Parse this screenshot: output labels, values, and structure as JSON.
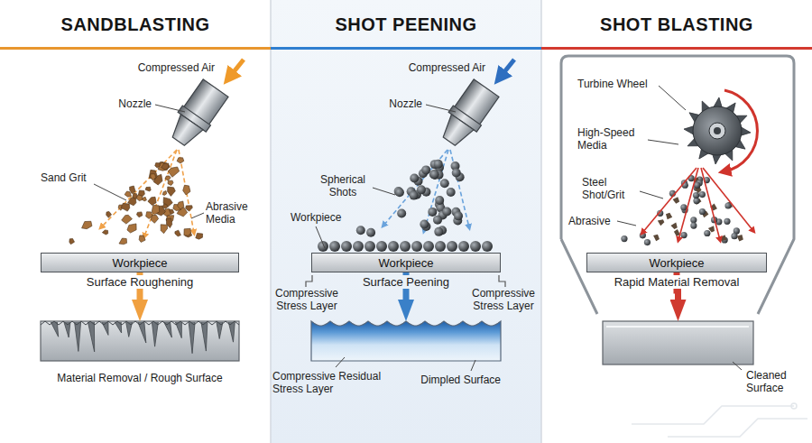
{
  "diagram": {
    "nodes": [
      {
        "text": [
          "SANDBLASTING"
        ]
      },
      {
        "text": [
          "Workpiece"
        ],
        "in": 0
      },
      {
        "text": [
          "Material Removal / Rough Surface"
        ],
        "in": 0
      },
      {
        "text": [
          "SHOT PEENING"
        ]
      },
      {
        "text": [
          "Workpiece"
        ],
        "in": 3
      },
      {
        "text": [
          "Dimpled Surface"
        ],
        "in": 3
      },
      {
        "text": [
          "SHOT BLASTING"
        ]
      },
      {
        "text": [
          "Workpiece"
        ],
        "in": 6
      },
      {
        "text": [
          "Cleaned Surface"
        ],
        "in": 6
      }
    ],
    "edges": [
      {
        "from": 1,
        "to": 2,
        "arrow": "to",
        "label": "Surface Roughening"
      },
      {
        "from": 4,
        "to": 5,
        "arrow": "to",
        "label": "Surface Peening"
      },
      {
        "from": 7,
        "to": 8,
        "arrow": "to",
        "label": "Rapid Material Removal"
      }
    ],
    "labels": [
      "Compressed Air",
      "Nozzle",
      "Sand Grit",
      "Abrasive Media",
      "Compressed Air",
      "Nozzle",
      "Spherical Shots",
      "Workpiece",
      "Compressive Stress Layer",
      "Compressive Stress Layer",
      "Compressive Residual Stress Layer",
      "Turbine Wheel",
      "High-Speed Media",
      "Steel Shot/Grit",
      "Abrasive"
    ]
  }
}
